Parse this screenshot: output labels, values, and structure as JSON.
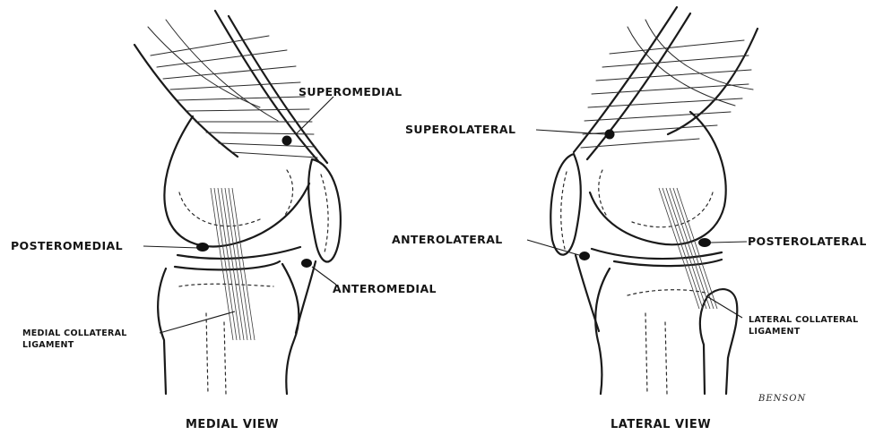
{
  "medial_view": {
    "caption": "MEDIAL VIEW",
    "labels": {
      "superomedial": "SUPEROMEDIAL",
      "posteromedial": "POSTEROMEDIAL",
      "anteromedial": "ANTEROMEDIAL",
      "ligament_line1": "MEDIAL COLLATERAL",
      "ligament_line2": "LIGAMENT"
    }
  },
  "lateral_view": {
    "caption": "LATERAL VIEW",
    "labels": {
      "superolateral": "SUPEROLATERAL",
      "anterolateral": "ANTEROLATERAL",
      "posterolateral": "POSTEROLATERAL",
      "ligament_line1": "LATERAL COLLATERAL",
      "ligament_line2": "LIGAMENT"
    }
  },
  "signature": "BENSON"
}
